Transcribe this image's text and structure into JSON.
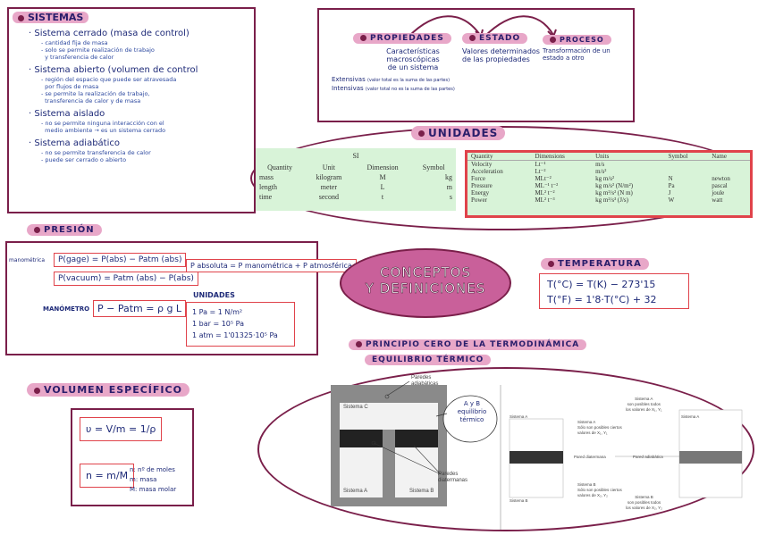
{
  "sistemas": {
    "title": "SISTEMAS",
    "items": [
      {
        "head": "· Sistema cerrado (masa de control)",
        "subs": [
          "- cantidad fija de masa",
          "- solo se permite realización de trabajo",
          "  y transferencia de calor"
        ]
      },
      {
        "head": "· Sistema abierto (volumen de control",
        "subs": [
          "- región del espacio que puede ser atravesada",
          "  por flujos de masa",
          "- se permite la realización de trabajo,",
          "  transferencia de calor y de masa"
        ]
      },
      {
        "head": "· Sistema aislado",
        "subs": [
          "- no se permite ninguna interacción con el",
          "  medio ambiente → es un sistema cerrado"
        ]
      },
      {
        "head": "· Sistema adiabático",
        "subs": [
          "- no se permite transferencia de calor",
          "- puede ser cerrado o abierto"
        ]
      }
    ]
  },
  "propiedades": {
    "prop_label": "PROPIEDADES",
    "prop_desc": [
      "Características",
      "macroscópicas",
      "de un sistema"
    ],
    "estado_label": "ESTADO",
    "estado_desc": [
      "Valores determinados",
      "de las propiedades"
    ],
    "proceso_label": "PROCESO",
    "proceso_desc": [
      "Transformación de un",
      "estado a otro"
    ],
    "extensivas": "Extensivas",
    "extensivas_desc": "(valor total es la suma de las partes)",
    "intensivas": "Intensivas",
    "intensivas_desc": "(valor total no es la suma de las partes)"
  },
  "unidades": {
    "title": "UNIDADES",
    "si_title": "SI",
    "si_headers": [
      "Quantity",
      "Unit",
      "Dimension",
      "Symbol"
    ],
    "si_rows": [
      [
        "mass",
        "kilogram",
        "M",
        "kg"
      ],
      [
        "length",
        "meter",
        "L",
        "m"
      ],
      [
        "time",
        "second",
        "t",
        "s"
      ]
    ],
    "dim_headers": [
      "Quantity",
      "Dimensions",
      "Units",
      "Symbol",
      "Name"
    ],
    "dim_rows": [
      [
        "Velocity",
        "Lt⁻¹",
        "m/s",
        "",
        ""
      ],
      [
        "Acceleration",
        "Lt⁻²",
        "m/s²",
        "",
        ""
      ],
      [
        "Force",
        "MLt⁻²",
        "kg m/s²",
        "N",
        "newton"
      ],
      [
        "Pressure",
        "ML⁻¹ t⁻²",
        "kg m/s² (N/m²)",
        "Pa",
        "pascal"
      ],
      [
        "Energy",
        "ML² t⁻²",
        "kg m²/s² (N m)",
        "J",
        "joule"
      ],
      [
        "Power",
        "ML² t⁻³",
        "kg m²/s³ (J/s)",
        "W",
        "watt"
      ]
    ]
  },
  "presion": {
    "title": "PRESIÓN",
    "manometrica": "manométrica",
    "f1": "P(gage) = P(abs) − Patm (abs)",
    "f2": "P(vacuum) = Patm (abs) − P(abs)",
    "f3": "P absoluta = P manométrica + P atmosférica",
    "manometro": "MANÓMETRO",
    "f4": "P − Patm = ρ g L",
    "unidades_title": "UNIDADES",
    "units": [
      "1 Pa = 1 N/m²",
      "1 bar = 10⁵ Pa",
      "1 atm = 1'01325·10⁵ Pa"
    ]
  },
  "conceptos": {
    "line1": "CONCEPTOS",
    "line2": "Y DEFINICIONES"
  },
  "temperatura": {
    "title": "TEMPERATURA",
    "f1": "T(°C) = T(K) − 273'15",
    "f2": "T(°F) = 1'8·T(°C) + 32"
  },
  "principio": {
    "title": "PRINCIPIO CERO DE LA TERMODINÁMICA",
    "subtitle": "EQUILIBRIO TÉRMICO",
    "paredes_adiabaticas": [
      "Paredes",
      "adiabáticas"
    ],
    "paredes_diatermanas": [
      "Paredes",
      "diatermanas"
    ],
    "sistema_a": "Sistema A",
    "sistema_b": "Sistema B",
    "sistema_c": "Sistema C",
    "bubble": [
      "A y B",
      "equilibrio",
      "térmico"
    ],
    "right_sa_top": [
      "Sistema A",
      "son posibles todos",
      "los valores de X₁, Y₁"
    ],
    "right_sa_left": [
      "Sistema A",
      "Sólo son posibles ciertos",
      "valores de X₁, Y₁"
    ],
    "pared_diatermana": "Pared diatermana",
    "pared_adiabatica": "Pared adiabática",
    "right_sb_left": [
      "Sistema B",
      "Sólo son posibles ciertos",
      "valores de X₂, Y₂"
    ],
    "right_sb_right": [
      "Sistema B",
      "son posibles todos",
      "los valores de X₂, Y₂"
    ]
  },
  "volumen": {
    "title": "VOLUMEN ESPECÍFICO",
    "f1": "υ = V/m = 1/ρ",
    "f2": "n = m/M",
    "legend": [
      "n: nº de moles",
      "m: masa",
      "M: masa molar"
    ]
  },
  "colors": {
    "accent": "#7a1f4a",
    "pink": "#e8a7c8",
    "ink": "#1e2a78",
    "red": "#e0434b",
    "green": "#d8f3d8"
  }
}
